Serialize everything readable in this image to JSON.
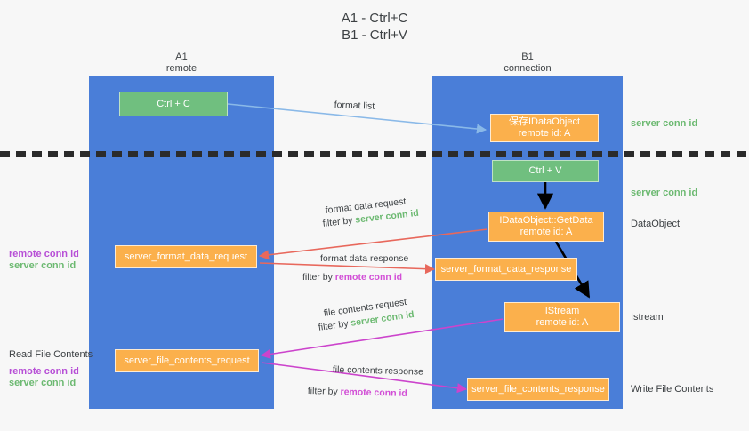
{
  "title": {
    "line1": "A1 - Ctrl+C",
    "line2": "B1 - Ctrl+V"
  },
  "columns": [
    {
      "name": "A1",
      "sub": "remote"
    },
    {
      "name": "B1",
      "sub": "connection"
    }
  ],
  "nodes": {
    "ctrl_c": {
      "label": "Ctrl + C"
    },
    "ctrl_v": {
      "label": "Ctrl + V"
    },
    "data_object_store": {
      "line1": "保存IDataObject",
      "line2": "remote id: A"
    },
    "getdata": {
      "line1": "IDataObject::GetData",
      "line2": "remote id: A"
    },
    "istream": {
      "line1": "IStream",
      "line2": "remote id: A"
    },
    "server_format_data_request": {
      "label": "server_format_data_request"
    },
    "server_format_data_response": {
      "label": "server_format_data_response"
    },
    "server_file_contents_request": {
      "label": "server_file_contents_request"
    },
    "server_file_contents_response": {
      "label": "server_file_contents_response"
    }
  },
  "edges": {
    "format_list": {
      "label": "format list"
    },
    "format_data_request": {
      "label": "format data request",
      "filter_prefix": "filter by ",
      "filter_key": "server conn id"
    },
    "format_data_response": {
      "label": "format data response",
      "filter_prefix": "filter by ",
      "filter_key": "remote conn id"
    },
    "file_contents_request": {
      "label": "file contents request",
      "filter_prefix": "filter by ",
      "filter_key": "server conn id"
    },
    "file_contents_response": {
      "label": "file contents response",
      "filter_prefix": "filter by ",
      "filter_key": "remote conn id"
    }
  },
  "annotations": {
    "right_server_conn_id_1": "server conn id",
    "right_server_conn_id_2": "server conn id",
    "right_data_object": "DataObject",
    "right_istream": "Istream",
    "right_write_file_contents": "Write File Contents",
    "left_remote_conn_id_1": "remote conn id",
    "left_server_conn_id_1": "server conn id",
    "left_read_file_contents": "Read File Contents",
    "left_remote_conn_id_2": "remote conn id",
    "left_server_conn_id_2": "server conn id"
  },
  "colors": {
    "lane": "#4a7ed8",
    "green_node": "#70bf7f",
    "orange_node": "#fbb04c",
    "server_conn_id": "#6cb971",
    "remote_conn_id": "#c04fd6",
    "arrow_blue": "#8ab9e8",
    "arrow_red": "#e8685c",
    "arrow_magenta": "#cc44cc",
    "arrow_black": "#000000",
    "divider": "#2b2b2b"
  }
}
